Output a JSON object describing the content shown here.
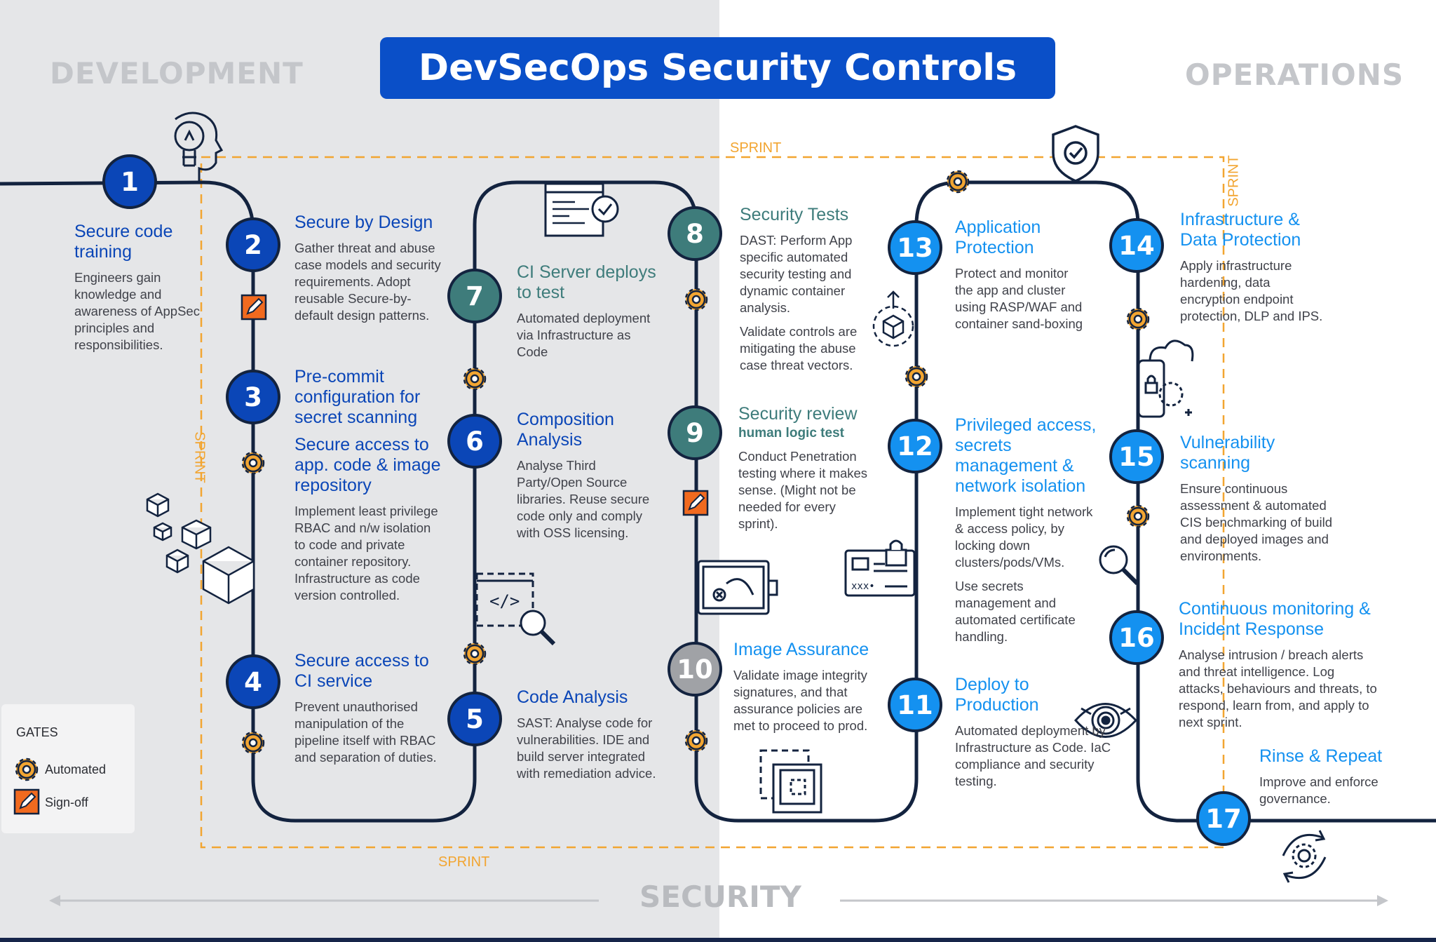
{
  "title": "DevSecOps Security Controls",
  "zones": {
    "left": "DEVELOPMENT",
    "right": "OPERATIONS",
    "bottom": "SECURITY"
  },
  "sprint_label": "SPRINT",
  "legend": {
    "title": "GATES",
    "automated": "Automated",
    "signoff": "Sign-off"
  },
  "colors": {
    "title_bar": "#0a4fc8",
    "navy": "#0b46b7",
    "teal": "#3e7c7b",
    "blue": "#1491f0",
    "gray": "#a0a2a6",
    "gate": "#f2a531",
    "signoff": "#f16a1f"
  },
  "steps": [
    {
      "num": "1",
      "title": "Secure code training",
      "body": [
        "Engineers gain knowledge and awareness of AppSec principles and responsibilities."
      ]
    },
    {
      "num": "2",
      "title": "Secure by Design",
      "body": [
        "Gather threat and abuse case models and security requirements. Adopt reusable Secure-by-default design patterns."
      ]
    },
    {
      "num": "3",
      "title": "Pre-commit configuration for secret scanning",
      "title2": "Secure access to app. code & image repository",
      "body": [
        "Implement least privilege RBAC and n/w isolation to code and private container repository. Infrastructure as code version controlled."
      ]
    },
    {
      "num": "4",
      "title": "Secure access to CI service",
      "body": [
        "Prevent unauthorised manipulation of the pipeline itself with RBAC and separation of duties."
      ]
    },
    {
      "num": "5",
      "title": "Code Analysis",
      "body": [
        "SAST: Analyse code for vulnerabilities. IDE and build server integrated with remediation advice."
      ]
    },
    {
      "num": "6",
      "title": "Composition Analysis",
      "body": [
        "Analyse Third Party/Open Source libraries. Reuse secure code only and comply with OSS licensing."
      ]
    },
    {
      "num": "7",
      "title": "CI Server deploys to test",
      "body": [
        "Automated deployment via Infrastructure as Code"
      ]
    },
    {
      "num": "8",
      "title": "Security Tests",
      "body": [
        "DAST: Perform App specific automated security testing and dynamic container analysis.",
        "Validate controls are mitigating the abuse case threat vectors."
      ]
    },
    {
      "num": "9",
      "title": "Security review",
      "subtitle": "human logic test",
      "body": [
        "Conduct Penetration testing where it makes sense. (Might not be needed for every sprint)."
      ]
    },
    {
      "num": "10",
      "title": "Image Assurance",
      "body": [
        "Validate image integrity signatures, and that assurance policies are met to proceed to prod."
      ]
    },
    {
      "num": "11",
      "title": "Deploy to Production",
      "body": [
        "Automated deployment by Infrastructure as Code. IaC compliance and security testing."
      ]
    },
    {
      "num": "12",
      "title": "Privileged access, secrets management & network isolation",
      "body": [
        "Implement tight network & access policy, by locking down clusters/pods/VMs.",
        "Use secrets management and automated certificate handling."
      ]
    },
    {
      "num": "13",
      "title": "Application Protection",
      "body": [
        "Protect and monitor the app and cluster using RASP/WAF and container sand-boxing"
      ]
    },
    {
      "num": "14",
      "title": "Infrastructure & Data Protection",
      "body": [
        "Apply infrastructure hardening, data encryption endpoint protection, DLP and IPS."
      ]
    },
    {
      "num": "15",
      "title": "Vulnerability scanning",
      "body": [
        "Ensure continuous assessment & automated CIS benchmarking of build and deployed images and environments."
      ]
    },
    {
      "num": "16",
      "title": "Continuous monitoring & Incident Response",
      "body": [
        "Analyse intrusion / breach alerts and threat intelligence. Log attacks, behaviours and threats, to respond, learn from, and apply to next sprint."
      ]
    },
    {
      "num": "17",
      "title": "Rinse & Repeat",
      "body": [
        "Improve and enforce governance."
      ]
    }
  ]
}
